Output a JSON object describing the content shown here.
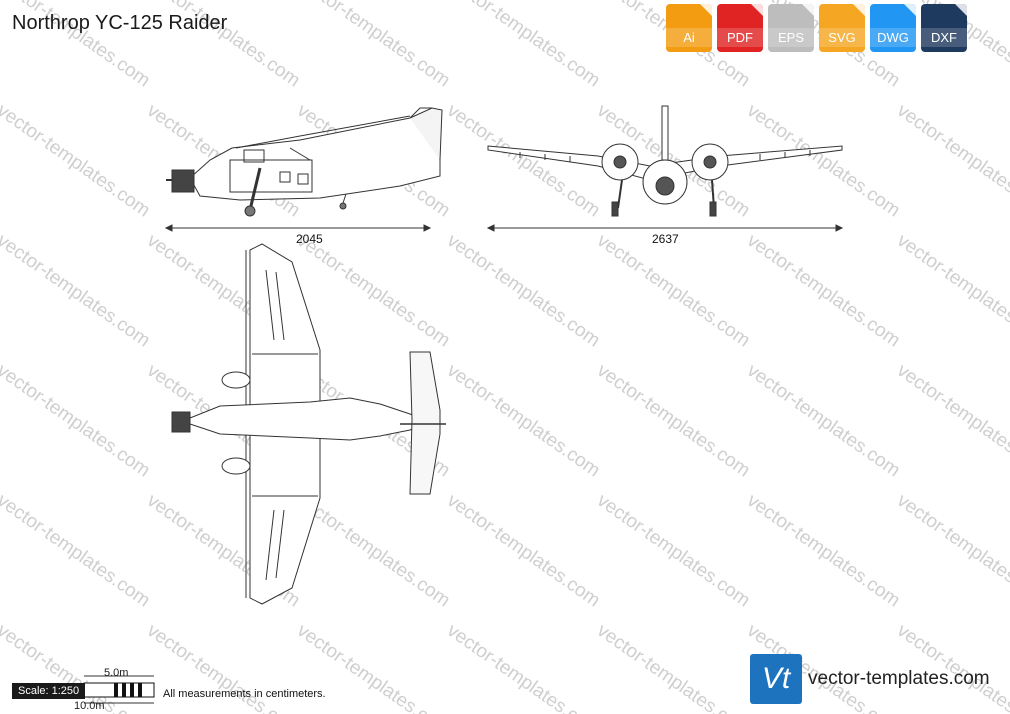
{
  "title": "Northrop YC-125 Raider",
  "formats": [
    {
      "label": "Ai",
      "color": "#f39c12",
      "icon": "ai-file-icon"
    },
    {
      "label": "PDF",
      "color": "#e02424",
      "icon": "pdf-file-icon"
    },
    {
      "label": "EPS",
      "color": "#bdbdbd",
      "icon": "eps-file-icon"
    },
    {
      "label": "SVG",
      "color": "#f5a623",
      "icon": "svg-file-icon"
    },
    {
      "label": "DWG",
      "color": "#2196f3",
      "icon": "dwg-file-icon"
    },
    {
      "label": "DXF",
      "color": "#1f3a5f",
      "icon": "dxf-file-icon"
    }
  ],
  "watermark": "vector-templates.com",
  "dimensions": {
    "side_length": "2045",
    "front_span": "2637"
  },
  "scale": {
    "label": "Scale: 1:250",
    "half": "5.0m",
    "full": "10.0m"
  },
  "note": "All measurements in centimeters.",
  "brand": {
    "logo": "Vt",
    "name": "vector-templates.com",
    "color": "#1e73be"
  }
}
